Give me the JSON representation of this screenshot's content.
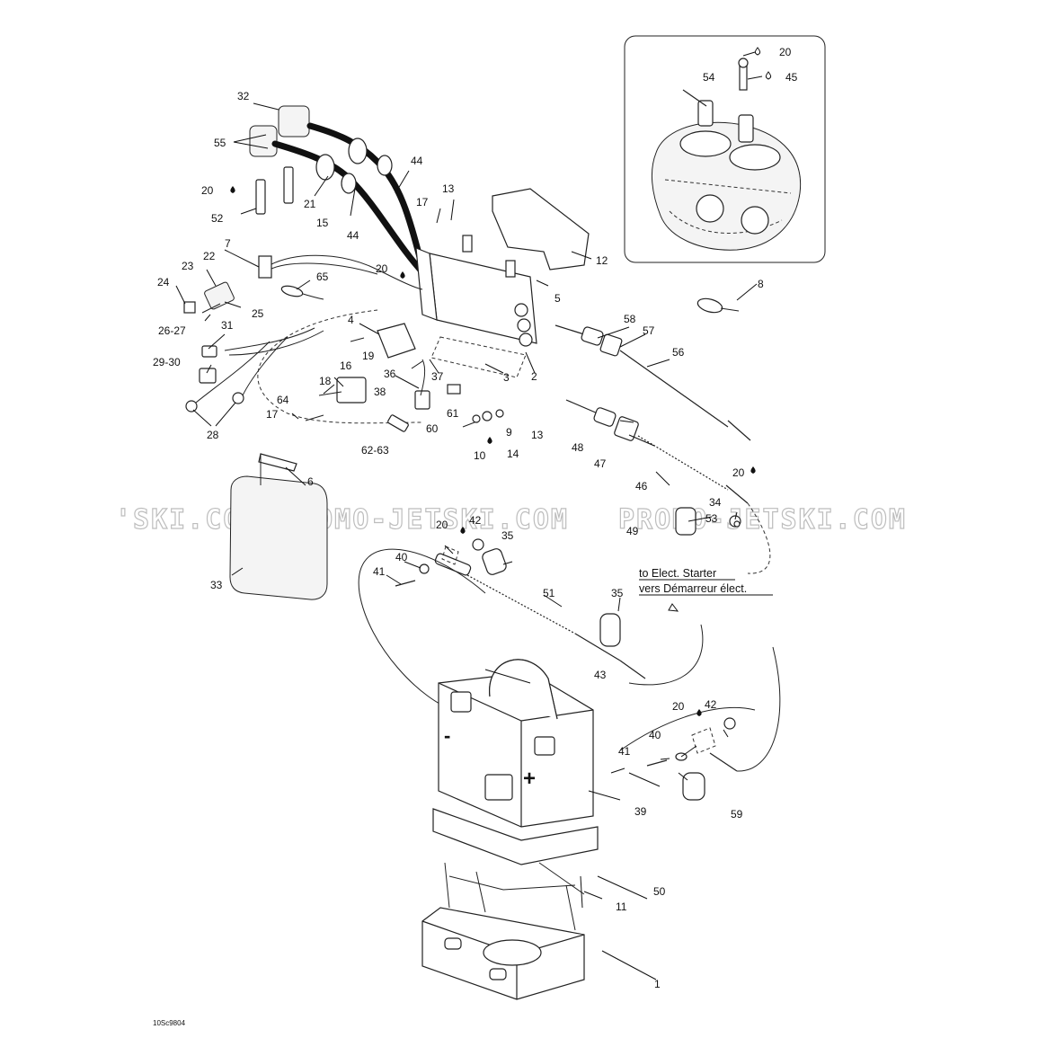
{
  "diagram": {
    "code": "10Sc9804",
    "watermark": [
      "'SKI.COM",
      "PROMO-JETSKI.COM",
      "PROMO-JETSKI.COM"
    ],
    "note": {
      "en": "to Elect. Starter",
      "fr": "vers Démarreur élect."
    },
    "labels": {
      "l1": "1",
      "l2": "2",
      "l3": "3",
      "l4": "4",
      "l5": "5",
      "l6": "6",
      "l7": "7",
      "l8": "8",
      "l9": "9",
      "l10": "10",
      "l11": "11",
      "l12": "12",
      "l13a": "13",
      "l13b": "13",
      "l14": "14",
      "l15": "15",
      "l16": "16",
      "l17a": "17",
      "l17b": "17",
      "l18": "18",
      "l19": "19",
      "l20a": "20",
      "l20b": "20",
      "l20c": "20",
      "l20d": "20",
      "l20e": "20",
      "l20f": "20",
      "l21": "21",
      "l22": "22",
      "l23": "23",
      "l24": "24",
      "l25": "25",
      "l2627": "26-27",
      "l28": "28",
      "l2930": "29-30",
      "l31": "31",
      "l32": "32",
      "l33": "33",
      "l34": "34",
      "l35a": "35",
      "l35b": "35",
      "l36": "36",
      "l37": "37",
      "l38": "38",
      "l39": "39",
      "l40a": "40",
      "l40b": "40",
      "l41a": "41",
      "l41b": "41",
      "l42a": "42",
      "l42b": "42",
      "l43": "43",
      "l44a": "44",
      "l44b": "44",
      "l45": "45",
      "l46": "46",
      "l47": "47",
      "l48": "48",
      "l49": "49",
      "l50": "50",
      "l51": "51",
      "l52": "52",
      "l53": "53",
      "l54": "54",
      "l55": "55",
      "l56": "56",
      "l57": "57",
      "l58": "58",
      "l59": "59",
      "l60": "60",
      "l61": "61",
      "l6263": "62-63",
      "l64": "64",
      "l65": "65",
      "minus": "-",
      "plus": "+"
    }
  }
}
